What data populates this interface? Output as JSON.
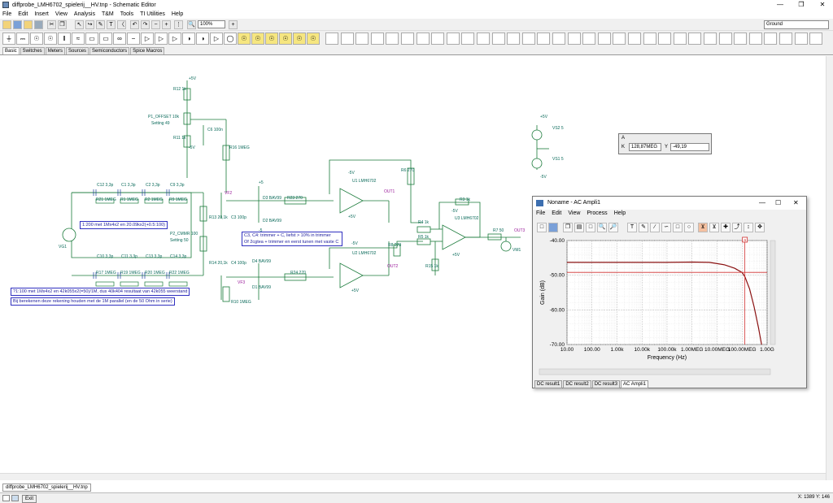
{
  "window": {
    "title": "diffprobe_LMH6702_spielerij__HV.tnp - Schematic Editor"
  },
  "menu": [
    "File",
    "Edit",
    "Insert",
    "View",
    "Analysis",
    "T&M",
    "Tools",
    "TI Utilities",
    "Help"
  ],
  "toolbar": {
    "zoom": "100%",
    "ground_select": "Ground"
  },
  "component_tabs": [
    "Basic",
    "Switches",
    "Meters",
    "Sources",
    "Semiconductors",
    "Spice Macros"
  ],
  "active_component_tab": "Basic",
  "schematic": {
    "labels": {
      "r12": "R12 1k",
      "p1": "P1_OFFSET 10k",
      "p1set": "Setting 49",
      "r11": "R11 1k",
      "c6": "C6 100n",
      "r16": "R16 1MEG",
      "vf2": "VF2",
      "vf3": "VF3",
      "c12": "C12 3,3p",
      "c1": "C1 3,3p",
      "c2": "C2 3,3p",
      "c9": "C9 3,3p",
      "r21": "R21 1MEG",
      "r1": "R1 1MEG",
      "r2": "R2 1MEG",
      "r9": "R9 1MEG",
      "c10": "C10 3,3p",
      "c11": "C11 3,3p",
      "c13": "C13 3,3p",
      "c14": "C14 3,3p",
      "r17": "R17 1MEG",
      "r19": "R19 1MEG",
      "r20": "R20 1MEG",
      "r22": "R22 1MEG",
      "vg1": "VG1",
      "r13": "R13 20,1k",
      "p2": "P2_CMMR 100",
      "p2set": "Setting 50",
      "r14": "R14 20,1k",
      "c3": "C3 100p",
      "c4": "C4 100p",
      "r10": "R10 1MEG",
      "d3": "D3 BAV99",
      "d2": "D2 BAV99",
      "d4": "D4 BAV99",
      "d1": "D1 BAV99",
      "r23": "R23 270",
      "r24": "R24 270",
      "u1": "U1 LMH6702",
      "u2": "U2 LMH6702",
      "u3": "U3 LMH6702",
      "out1": "OUT1",
      "out2": "OUT2",
      "out3": "OUT3",
      "r6": "R6 270",
      "r8": "R8 270",
      "r4": "R4 1k",
      "r5": "R5 1k",
      "r3": "R3 1k",
      "r15": "R15 1k",
      "r7": "R7 50",
      "vm1": "VM1",
      "vs2": "VS2 5",
      "vs1": "VS1 5",
      "p5v": "+5V",
      "m5v": "-5V",
      "p5": "+5",
      "m5": "-5"
    },
    "notes": {
      "ratio1": "1:200 met 1Mx4x2 en 20.09kx2(+0.5:100)",
      "trimmer": "C3, C4: trimmer + C, liefst > 10% in trimmer",
      "trimmer2": "Of 2cgtea + trimmer en eerst tunen met vaste C",
      "ratio2": "?1:100 met 1Mx4x2 en 42k055x2(=50)/1M, dus 40k404 resultaat van 42k055 weerstand",
      "load": "Bij berekenen deze rekening houden met de 1M parallel (en de 50 Ohm in serie)"
    }
  },
  "readout": {
    "a_label": "A",
    "k_label": "K",
    "k_value": "128,87MEG",
    "y_label": "Y",
    "y_value": "-49,19"
  },
  "ac_window": {
    "title": "Noname - AC Ampli1",
    "menu": [
      "File",
      "Edit",
      "View",
      "Process",
      "Help"
    ],
    "tabs": [
      "DC result1",
      "DC result2",
      "DC result3",
      "AC Ampli1"
    ],
    "active_tab": "AC Ampli1",
    "cursor_label": "a"
  },
  "chart_data": {
    "type": "line",
    "xlabel": "Frequency (Hz)",
    "ylabel": "Gain (dB)",
    "x_scale": "log",
    "xlim": [
      10,
      1000000000
    ],
    "ylim": [
      -70,
      -40
    ],
    "xtick_labels": [
      "10.00",
      "100.00",
      "1.00k",
      "10.00k",
      "100.00k",
      "1.00MEG",
      "10.00MEG",
      "100.00MEG",
      "1.00G"
    ],
    "ytick_labels": [
      "-40.00",
      "-50.00",
      "-60.00",
      "-70.00"
    ],
    "grid": true,
    "series": [
      {
        "x": [
          10,
          100000,
          1000000,
          5000000,
          20000000,
          50000000,
          100000000,
          130000000,
          200000000,
          300000000,
          450000000,
          600000000
        ],
        "y": [
          -46.3,
          -46.3,
          -46.2,
          -46.3,
          -47.0,
          -48.0,
          -49.2,
          -50.5,
          -54.0,
          -59.0,
          -65.0,
          -70.0
        ]
      }
    ],
    "cursor": {
      "x": 128870000,
      "y": -49.19
    }
  },
  "status": {
    "exit_label": "Exit",
    "coords": "X: 1389 Y: 146"
  },
  "document_tab": "diffprobe_LMH6702_spielerij__HV.tnp"
}
